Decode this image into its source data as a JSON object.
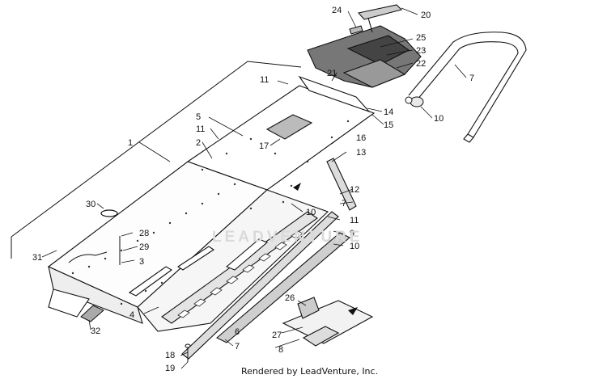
{
  "watermark_text": "LEADVENTURE",
  "credit_text": "Rendered by LeadVenture, Inc.",
  "callouts": [
    "1",
    "2",
    "3",
    "4",
    "5",
    "6",
    "7",
    "7",
    "7",
    "8",
    "9",
    "10",
    "10",
    "10",
    "11",
    "11",
    "11",
    "12",
    "13",
    "14",
    "15",
    "16",
    "17",
    "18",
    "19",
    "20",
    "21",
    "22",
    "23",
    "24",
    "25",
    "26",
    "27",
    "28",
    "29",
    "30",
    "31",
    "32"
  ]
}
